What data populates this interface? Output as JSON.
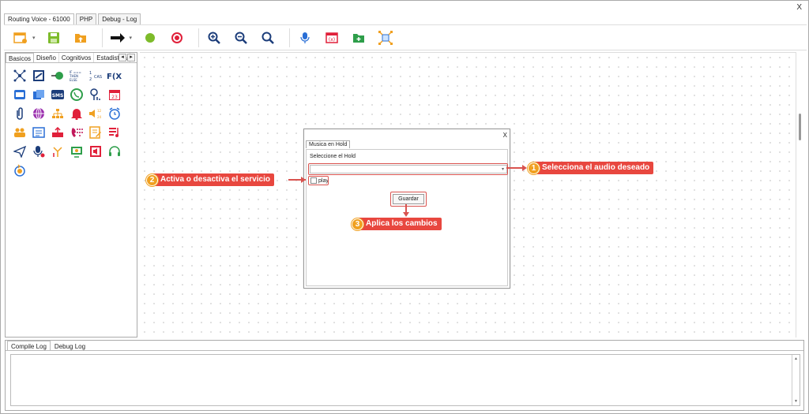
{
  "window": {
    "close": "X"
  },
  "top_tabs": [
    {
      "label": "Routing Voice - 61000",
      "active": true
    },
    {
      "label": "PHP",
      "active": false
    },
    {
      "label": "Debug - Log",
      "active": false
    }
  ],
  "palette_tabs": [
    {
      "label": "Basicos",
      "active": true
    },
    {
      "label": "Diseño",
      "active": false
    },
    {
      "label": "Cognitivos",
      "active": false
    },
    {
      "label": "Estadistica",
      "active": false
    }
  ],
  "palette_scroll": {
    "left": "◂",
    "right": "▸"
  },
  "dialog": {
    "close": "X",
    "tab": "Musica en Hold",
    "label": "Seleccione el Hold",
    "select_value": "",
    "checkbox_label": "play",
    "save_label": "Guardar"
  },
  "callouts": [
    {
      "number": "1",
      "text": "Selecciona el audio deseado"
    },
    {
      "number": "2",
      "text": "Activa o desactiva el servicio"
    },
    {
      "number": "3",
      "text": "Aplica los cambios"
    }
  ],
  "bottom_tabs": [
    {
      "label": "Compile Log",
      "active": true
    },
    {
      "label": "Debug Log",
      "active": false
    }
  ],
  "colors": {
    "callout_bg": "#e8473f",
    "callout_number": "#f0a020",
    "highlight": "#d9534f"
  }
}
